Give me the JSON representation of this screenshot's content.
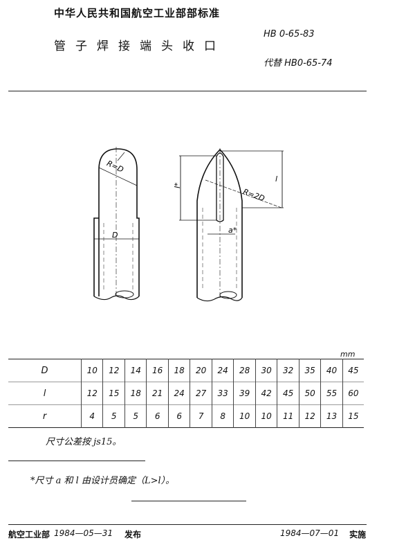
{
  "header": {
    "organization": "中华人民共和国航空工业部部标准",
    "title": "管子焊接端头收口",
    "standard_number": "HB 0-65-83",
    "replaces": "代替 HB0-65-74"
  },
  "drawing": {
    "left_radius_label": "R=D",
    "diameter_label": "D",
    "right_radius_label": "R=2D",
    "slot_length_label": "l*",
    "length_label": "l",
    "slot_width_label": "a*"
  },
  "table": {
    "unit": "mm",
    "rows": [
      {
        "label": "D",
        "values": [
          "10",
          "12",
          "14",
          "16",
          "18",
          "20",
          "24",
          "28",
          "30",
          "32",
          "35",
          "40",
          "45"
        ]
      },
      {
        "label": "l",
        "values": [
          "12",
          "15",
          "18",
          "21",
          "24",
          "27",
          "33",
          "39",
          "42",
          "45",
          "50",
          "55",
          "60"
        ]
      },
      {
        "label": "r",
        "values": [
          "4",
          "5",
          "5",
          "6",
          "6",
          "7",
          "8",
          "10",
          "10",
          "11",
          "12",
          "13",
          "15"
        ]
      }
    ]
  },
  "notes": {
    "tolerance": "尺寸公差按 js15。",
    "footnote": "*尺寸 a 和 l 由设计员确定（L>l）。"
  },
  "footer": {
    "issuer": "航空工业部",
    "issue_date": "1984—05—31",
    "issue_label": "发布",
    "effective_date": "1984—07—01",
    "effective_label": "实施"
  }
}
